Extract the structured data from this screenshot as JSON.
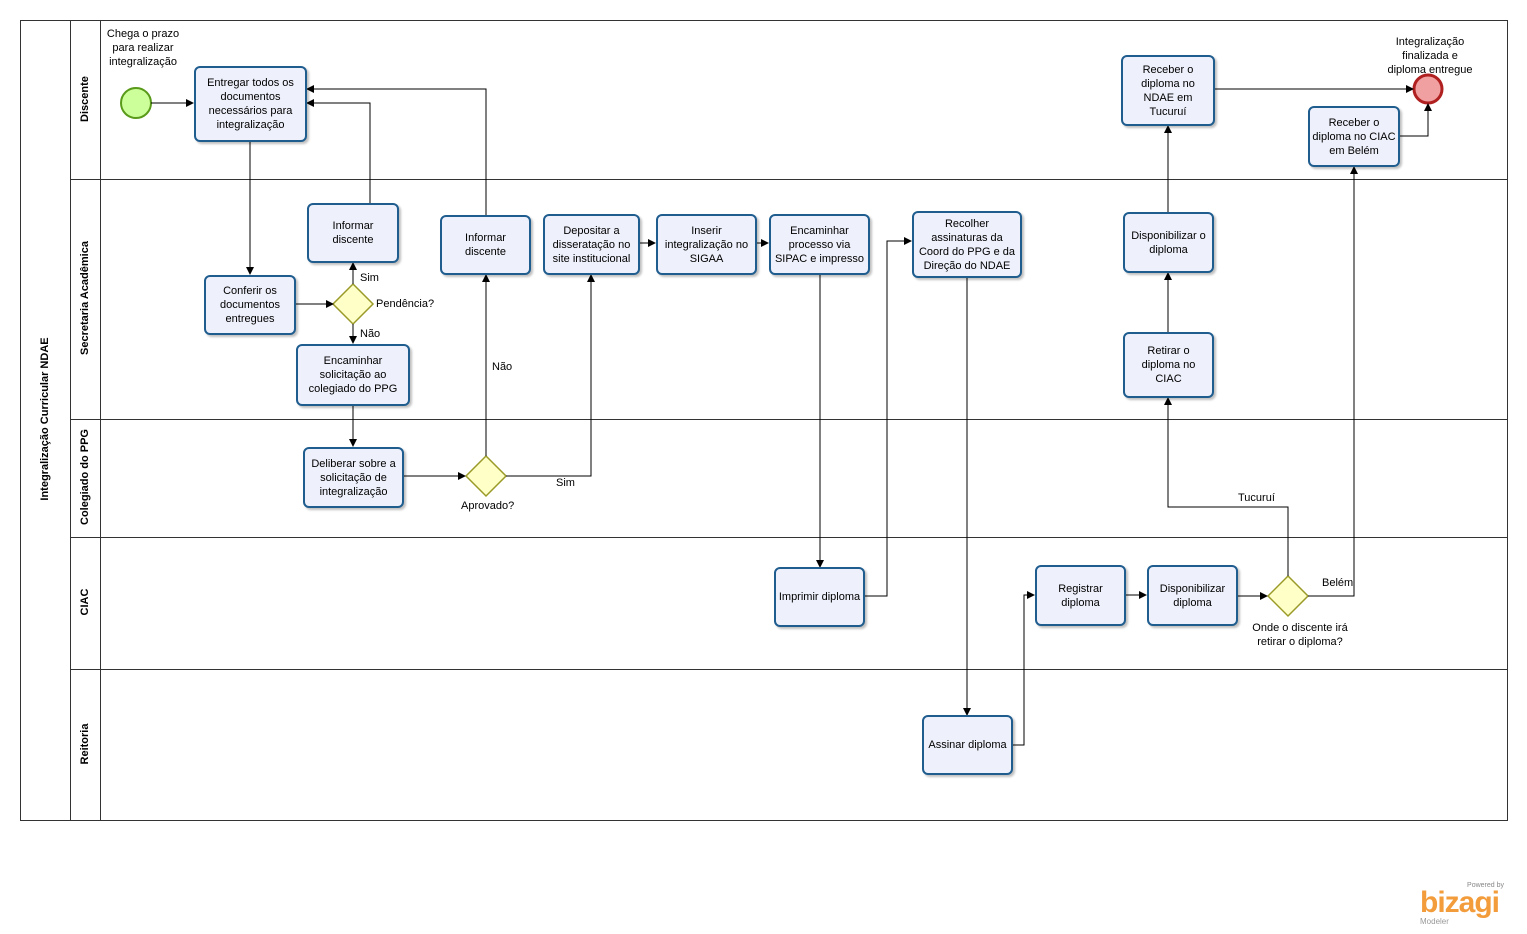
{
  "pool": {
    "title": "Integralização Curricular NDAE"
  },
  "lanes": [
    "Discente",
    "Secretaria Acadêmica",
    "Colegiado do PPG",
    "CIAC",
    "Reitoria"
  ],
  "events": {
    "start_label": "Chega o prazo\npara realizar\nintegralização",
    "end_label": "Integralização\nfinalizada e\ndiploma entregue"
  },
  "tasks": {
    "entregar": "Entregar todos os documentos necessários para integralização",
    "conferir": "Conferir os documentos entregues",
    "informar1": "Informar discente",
    "encaminhar_sol": "Encaminhar solicitação ao colegiado do PPG",
    "informar2": "Informar discente",
    "depositar": "Depositar a disseratação no site institucional",
    "inserir": "Inserir integralização no SIGAA",
    "encaminhar_proc": "Encaminhar processo via SIPAC e impresso",
    "recolher": "Recolher assinaturas da Coord do PPG e da Direção do NDAE",
    "deliberar": "Deliberar sobre a solicitação de integralização",
    "imprimir": "Imprimir diploma",
    "registrar": "Registrar diploma",
    "disponibilizar_ciac": "Disponibilizar diploma",
    "assinar": "Assinar diploma",
    "retirar": "Retirar o diploma no CIAC",
    "disponibilizar_o": "Disponibilizar o diploma",
    "receber_ndae": "Receber o diploma no NDAE em Tucuruí",
    "receber_ciac": "Receber o diploma no CIAC em Belém"
  },
  "gateways": {
    "pendencia": "Pendência?",
    "aprovado": "Aprovado?",
    "onde": "Onde o discente irá\nretirar o diploma?"
  },
  "flow_labels": {
    "sim1": "Sim",
    "nao1": "Não",
    "nao2": "Não",
    "sim2": "Sim",
    "tucurui": "Tucuruí",
    "belem": "Belém"
  },
  "branding": {
    "powered": "Powered by",
    "name": "bizagi",
    "product": "Modeler"
  },
  "colors": {
    "task_fill": "#eef0fb",
    "task_border": "#1f5d8f",
    "gateway_fill": "#ffffc8",
    "gateway_border": "#9a9a28",
    "start_fill": "#ccff99",
    "start_border": "#5a9a1a",
    "end_fill": "#f0a0a0",
    "end_border": "#b02020",
    "brand": "#f39c3c"
  }
}
